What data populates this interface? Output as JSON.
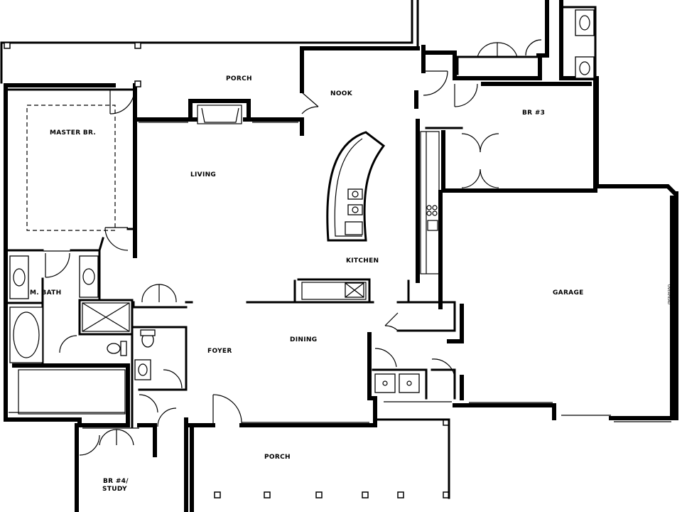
{
  "rooms": {
    "porch_top": "PORCH",
    "nook": "NOOK",
    "br3": "BR #3",
    "master_br": "MASTER BR.",
    "living": "LIVING",
    "kitchen": "KITCHEN",
    "garage": "GARAGE",
    "m_bath": "M. BATH",
    "dining": "DINING",
    "foyer": "FOYER",
    "porch_bottom": "PORCH",
    "br4_line1": "BR #4/",
    "br4_line2": "STUDY",
    "garage_door": "OVERHEAD"
  }
}
